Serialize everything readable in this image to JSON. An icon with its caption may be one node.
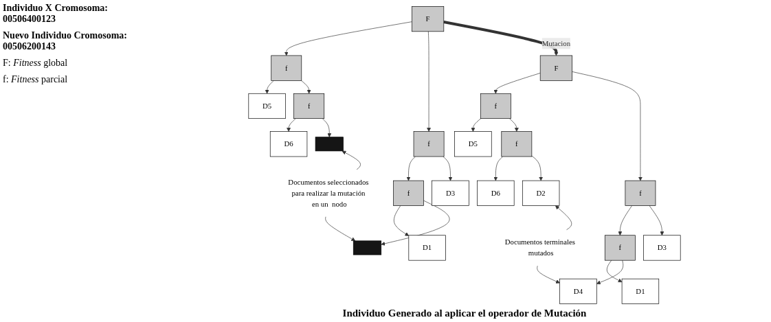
{
  "diagram": {
    "caption": "Individuo Generado al aplicar el operador de Mutación",
    "nodes": [
      {
        "text": [
          "F"
        ]
      },
      {
        "text": [
          "f"
        ]
      },
      {
        "text": [
          "f"
        ]
      },
      {
        "text": [
          "D5"
        ]
      },
      {
        "text": [
          "f"
        ]
      },
      {
        "text": [
          "f"
        ]
      },
      {
        "text": [
          "D3"
        ]
      },
      {
        "text": [
          "D6"
        ]
      },
      {
        "text": [],
        "shape": "box"
      },
      {
        "text": [
          "D1"
        ]
      },
      {
        "text": [],
        "shape": "box"
      },
      {
        "text": [
          "Documentos seleccionados para realizar la mutación en un  nodo"
        ]
      },
      {
        "text": [
          "F"
        ]
      },
      {
        "text": [
          "f"
        ]
      },
      {
        "text": [
          "f"
        ]
      },
      {
        "text": [
          "D5"
        ]
      },
      {
        "text": [
          "f"
        ]
      },
      {
        "text": [
          "f"
        ]
      },
      {
        "text": [
          "D3"
        ]
      },
      {
        "text": [
          "D6"
        ]
      },
      {
        "text": [
          "D2"
        ]
      },
      {
        "text": [
          "D1"
        ]
      },
      {
        "text": [
          "D4"
        ]
      },
      {
        "text": [
          "Documentos terminales mutados"
        ]
      }
    ],
    "edges": [
      {
        "from": 0,
        "to": 1,
        "arrow": "to"
      },
      {
        "from": 0,
        "to": 2,
        "arrow": "to"
      },
      {
        "from": 1,
        "to": 3,
        "arrow": "to"
      },
      {
        "from": 1,
        "to": 4,
        "arrow": "to"
      },
      {
        "from": 2,
        "to": 5,
        "arrow": "to"
      },
      {
        "from": 2,
        "to": 6,
        "arrow": "to"
      },
      {
        "from": 4,
        "to": 7,
        "arrow": "to"
      },
      {
        "from": 4,
        "to": 8,
        "arrow": "to"
      },
      {
        "from": 5,
        "to": 9,
        "arrow": "to"
      },
      {
        "from": 5,
        "to": 10,
        "arrow": "to"
      },
      {
        "from": 11,
        "to": 8,
        "arrow": "to"
      },
      {
        "from": 11,
        "to": 10,
        "arrow": "to"
      },
      {
        "from": 0,
        "to": 12,
        "arrow": "to",
        "label": "Mutacion",
        "style": "thick"
      },
      {
        "from": 12,
        "to": 13,
        "arrow": "to"
      },
      {
        "from": 12,
        "to": 14,
        "arrow": "to"
      },
      {
        "from": 13,
        "to": 15,
        "arrow": "to"
      },
      {
        "from": 13,
        "to": 16,
        "arrow": "to"
      },
      {
        "from": 14,
        "to": 17,
        "arrow": "to"
      },
      {
        "from": 14,
        "to": 18,
        "arrow": "to"
      },
      {
        "from": 16,
        "to": 19,
        "arrow": "to"
      },
      {
        "from": 16,
        "to": 20,
        "arrow": "to"
      },
      {
        "from": 17,
        "to": 21,
        "arrow": "to"
      },
      {
        "from": 17,
        "to": 22,
        "arrow": "to"
      },
      {
        "from": 23,
        "to": 20,
        "arrow": "to"
      },
      {
        "from": 23,
        "to": 22,
        "arrow": "to"
      }
    ],
    "labels": [
      "Individuo X Cromosoma: 00506400123",
      "Nuevo Individuo Cromosoma: 00506200143",
      "F: *Fitness* global",
      "f: *Fitness* parcial"
    ]
  }
}
